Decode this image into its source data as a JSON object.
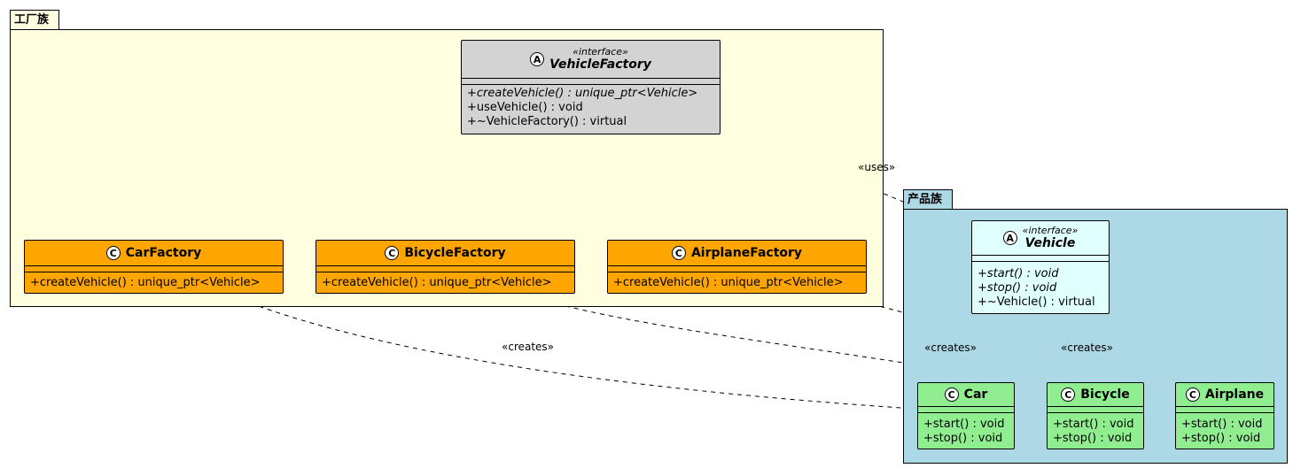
{
  "packages": {
    "factory": {
      "label": "工厂族",
      "fill": "#FFFFE0"
    },
    "product": {
      "label": "产品族",
      "fill": "#ADD8E6"
    }
  },
  "colors": {
    "interface_fill": "#D3D3D3",
    "factory_fill": "#FFA500",
    "vehicle_fill": "#E0FFFF",
    "product_fill": "#90EE90"
  },
  "classes": {
    "vehicle_factory": {
      "icon": "A",
      "stereotype": "«interface»",
      "name": "VehicleFactory",
      "members": [
        "+createVehicle() : unique_ptr<Vehicle>",
        "+useVehicle() : void",
        "+~VehicleFactory() : virtual"
      ]
    },
    "car_factory": {
      "icon": "C",
      "name": "CarFactory",
      "members": [
        "+createVehicle() : unique_ptr<Vehicle>"
      ]
    },
    "bicycle_factory": {
      "icon": "C",
      "name": "BicycleFactory",
      "members": [
        "+createVehicle() : unique_ptr<Vehicle>"
      ]
    },
    "airplane_factory": {
      "icon": "C",
      "name": "AirplaneFactory",
      "members": [
        "+createVehicle() : unique_ptr<Vehicle>"
      ]
    },
    "vehicle": {
      "icon": "A",
      "stereotype": "«interface»",
      "name": "Vehicle",
      "members": [
        "+start() : void",
        "+stop() : void",
        "+~Vehicle() : virtual"
      ]
    },
    "car": {
      "icon": "C",
      "name": "Car",
      "members": [
        "+start() : void",
        "+stop() : void"
      ]
    },
    "bicycle": {
      "icon": "C",
      "name": "Bicycle",
      "members": [
        "+start() : void",
        "+stop() : void"
      ]
    },
    "airplane": {
      "icon": "C",
      "name": "Airplane",
      "members": [
        "+start() : void",
        "+stop() : void"
      ]
    }
  },
  "edge_labels": {
    "uses": "«uses»",
    "creates": "«creates»"
  }
}
